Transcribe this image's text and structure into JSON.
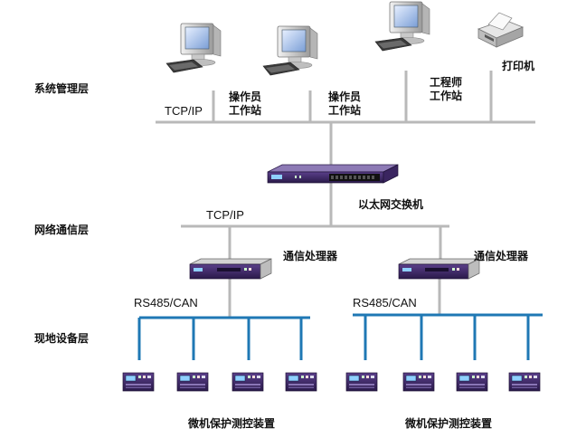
{
  "layers": {
    "management": "系统管理层",
    "network": "网络通信层",
    "field": "现地设备层"
  },
  "labels": {
    "tcp_ip_top": "TCP/IP",
    "operator_1": "操作员\n工作站",
    "operator_2": "操作员\n工作站",
    "engineer": "工程师\n工作站",
    "printer": "打印机",
    "switch": "以太网交换机",
    "tcp_ip_mid": "TCP/IP",
    "comm_proc_left": "通信处理器",
    "comm_proc_right": "通信处理器",
    "rs485_left": "RS485/CAN",
    "rs485_right": "RS485/CAN",
    "devices_left": "微机保护测控装置",
    "devices_right": "微机保护测控装置"
  },
  "colors": {
    "line_gray": "#b9b9b9",
    "bus_blue": "#1f78b4",
    "device_purple": "#3d2466",
    "device_dark": "#2a1a4a",
    "monitor_blue": "#5a7fb8"
  }
}
